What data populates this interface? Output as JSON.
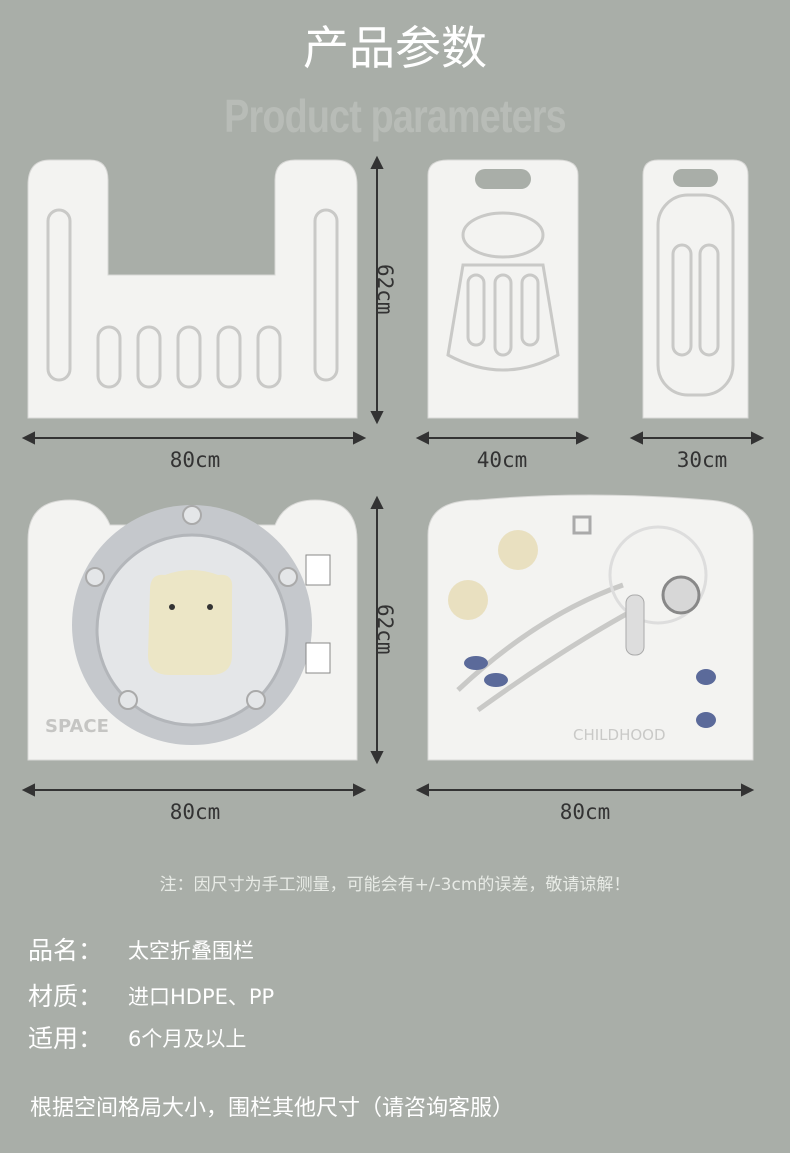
{
  "header": {
    "title": "产品参数",
    "subtitle_watermark": "Product parameters"
  },
  "panels": [
    {
      "name": "door-panel",
      "width_label": "80cm",
      "height_label": "62cm"
    },
    {
      "name": "rocket-panel",
      "width_label": "40cm"
    },
    {
      "name": "narrow-panel",
      "width_label": "30cm"
    },
    {
      "name": "bear-window-panel",
      "width_label": "80cm",
      "height_label": "62cm",
      "print_text": "SPACE"
    },
    {
      "name": "activity-panel",
      "width_label": "80cm",
      "print_text": "CHILDHOOD"
    }
  ],
  "note": "注：因尺寸为手工测量，可能会有+/-3cm的误差，敬请谅解！",
  "specs": [
    {
      "label": "品名：",
      "value": "太空折叠围栏"
    },
    {
      "label": "材质：",
      "value": "进口HDPE、PP"
    },
    {
      "label": "适用：",
      "value": "6个月及以上"
    }
  ],
  "footer": "根据空间格局大小，围栏其他尺寸（请咨询客服）",
  "colors": {
    "background": "#a9aea8",
    "panel": "#f3f3f1",
    "accent_blue": "#5b6a9a",
    "bear": "#ece6c6"
  }
}
